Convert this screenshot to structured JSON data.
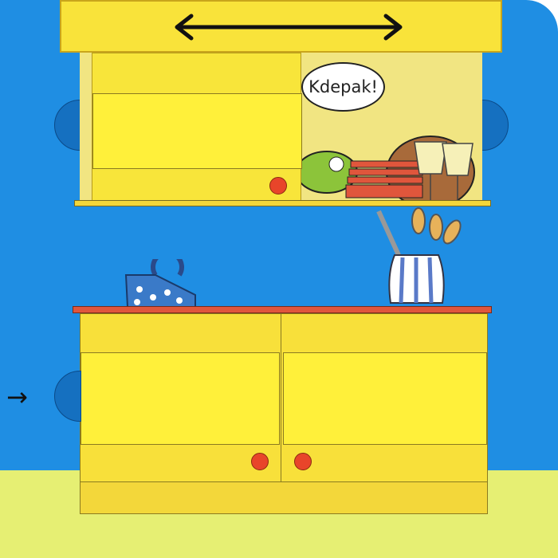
{
  "speech_bubble": {
    "text": "Kdepak!"
  },
  "icons": {
    "double_arrow": "left-right-arrow",
    "side_arrow": "right-arrow"
  },
  "colors": {
    "sky": "#1f8ee3",
    "cabinet": "#f8e03a",
    "knob": "#e8452a",
    "floor": "#e6ef73"
  }
}
